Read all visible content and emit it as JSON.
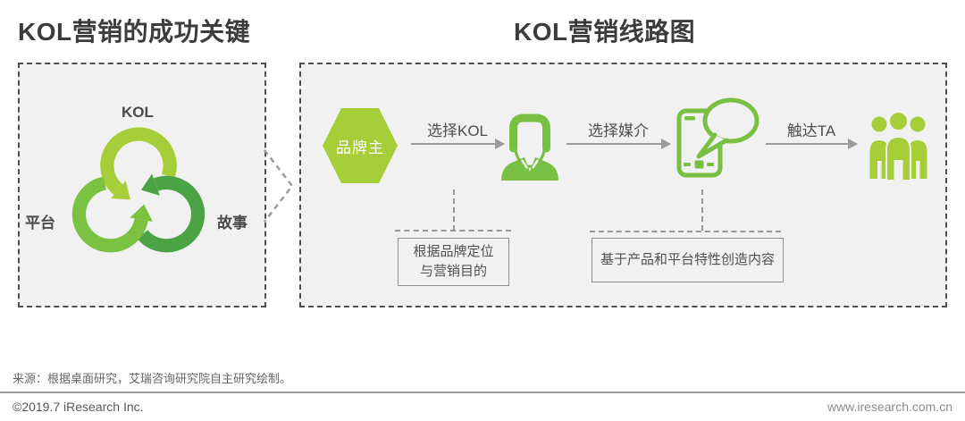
{
  "left_section": {
    "title": "KOL营销的成功关键",
    "diagram": {
      "top_label": "KOL",
      "left_label": "平台",
      "right_label": "故事"
    }
  },
  "right_section": {
    "title": "KOL营销线路图",
    "flow": {
      "start_label": "品牌主",
      "arrows": [
        {
          "label": "选择KOL"
        },
        {
          "label": "选择媒介"
        },
        {
          "label": "触达TA"
        }
      ],
      "notes": [
        {
          "lines": [
            "根据品牌定位",
            "与营销目的"
          ]
        },
        {
          "lines": [
            "基于产品和平台特性创造内容"
          ]
        }
      ]
    }
  },
  "icons": {
    "trefoil": "three-interlocking-arrow-loops-icon",
    "flow_icons": [
      "brand-hexagon",
      "kol-person-icon",
      "phone-chat-bubble-icon",
      "audience-people-icon"
    ]
  },
  "colors": {
    "green_light": "#a6ce39",
    "green_mid": "#7cc242",
    "green_dark": "#4ba346",
    "green_icon": "#77c043",
    "panel_bg": "#f1f1f2",
    "panel_border": "#4f4f4f",
    "arrow_gray": "#9b9b9b",
    "title_gray": "#3c3c3c"
  },
  "footer": {
    "source": "来源：根据桌面研究，艾瑞咨询研究院自主研究绘制。",
    "copyright": "©2019.7 iResearch Inc.",
    "website": "www.iresearch.com.cn"
  }
}
